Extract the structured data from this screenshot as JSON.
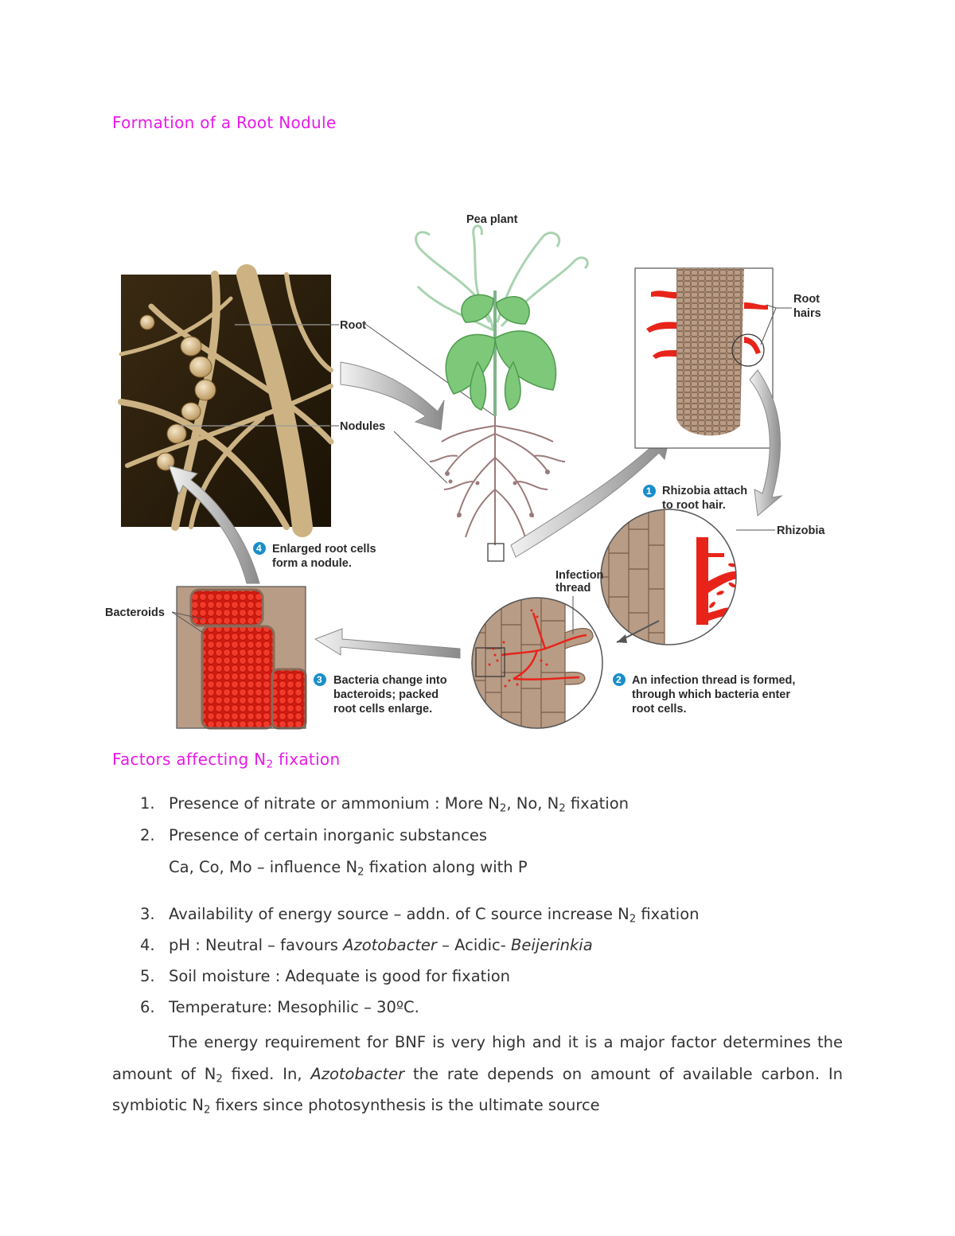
{
  "section1": {
    "title": "Formation of a Root Nodule"
  },
  "figure": {
    "label_pea_plant": "Pea plant",
    "label_root": "Root",
    "label_nodules": "Nodules",
    "label_root_hairs_1": "Root",
    "label_root_hairs_2": "hairs",
    "label_rhizobia": "Rhizobia",
    "label_infection_1": "Infection",
    "label_infection_2": "thread",
    "label_bacteroids": "Bacteroids",
    "steps": [
      {
        "num": "1",
        "line1": "Rhizobia attach",
        "line2": "to root hair.",
        "line3": ""
      },
      {
        "num": "2",
        "line1": "An infection thread is formed,",
        "line2": "through which bacteria enter",
        "line3": "root cells."
      },
      {
        "num": "3",
        "line1": "Bacteria change into",
        "line2": "bacteroids; packed",
        "line3": "root cells enlarge."
      },
      {
        "num": "4",
        "line1": "Enlarged root cells",
        "line2": "form a nodule.",
        "line3": ""
      }
    ],
    "colors": {
      "accent_blue": "#1a8ec9",
      "bacteria_red": "#e8241a",
      "root_tan": "#d8c29a"
    }
  },
  "section2": {
    "title_pre": "Factors affecting N",
    "title_sub": "2",
    "title_post": " fixation"
  },
  "factors": [
    {
      "num": "1.",
      "a": "Presence of nitrate or ammonium : More N",
      "a_sub": "2",
      "b": ", No, N",
      "b_sub": "2",
      "c": " fixation"
    },
    {
      "num": "2.",
      "a": "Presence of certain inorganic substances"
    },
    {
      "num": "",
      "a": "Ca, Co, Mo – influence N",
      "a_sub": "2",
      "b": " fixation along with P"
    },
    {
      "num": "3.",
      "a": "Availability of energy source – addn. of C source increase N",
      "a_sub": "2",
      "b": " fixation"
    },
    {
      "num": "4.",
      "a": "pH : Neutral – favours ",
      "a_it": "Azotobacter",
      "b": " – Acidic- ",
      "b_it": "Beijerinkia"
    },
    {
      "num": "5.",
      "a": "Soil moisture : Adequate is good for fixation"
    },
    {
      "num": "6.",
      "a": "Temperature: Mesophilic – 30ºC."
    }
  ],
  "paragraph": {
    "p1": "The energy requirement for BNF is very high and it is a major factor determines the amount of N",
    "s1": "2",
    "p2": " fixed. In, ",
    "it1": "Azotobacter",
    "p3": " the rate depends on amount of available carbon. In symbiotic N",
    "s2": "2",
    "p4": " fixers since photosynthesis is the ultimate source"
  }
}
